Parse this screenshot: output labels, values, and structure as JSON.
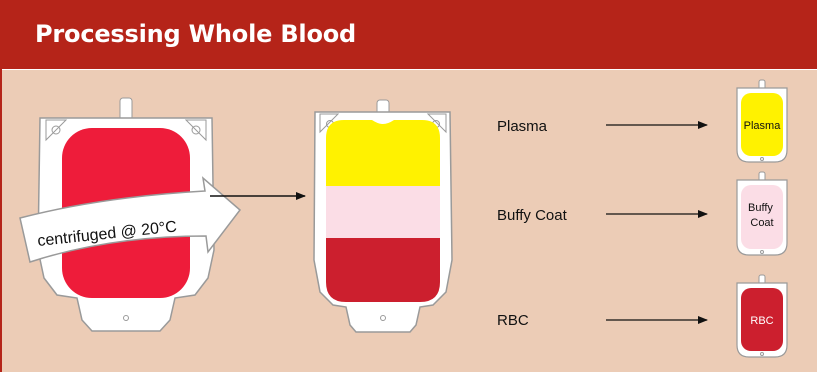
{
  "title": "Processing Whole Blood",
  "centrifuge_label": "centrifuged @ 20°C",
  "components": [
    {
      "label": "Plasma",
      "bag_label": "Plasma",
      "color": "#fff200"
    },
    {
      "label": "Buffy Coat",
      "bag_label_lines": [
        "Buffy",
        "Coat"
      ],
      "color": "#fbdde6"
    },
    {
      "label": "RBC",
      "bag_label": "RBC",
      "color": "#cc1f2e"
    }
  ],
  "colors": {
    "header": "#b52419",
    "background": "#ecccb6",
    "whole_blood": "#ee1c3a",
    "bag_outline": "#9a9a9a"
  }
}
